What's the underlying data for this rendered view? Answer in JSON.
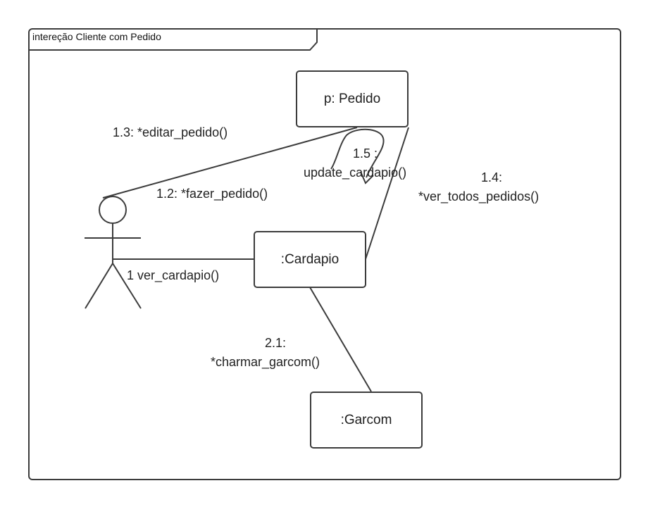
{
  "diagram": {
    "frame_title": "intereção Cliente com Pedido",
    "objects": {
      "pedido": "p: Pedido",
      "cardapio": ":Cardapio",
      "garcom": ":Garcom"
    },
    "messages": {
      "m1": "1 ver_cardapio()",
      "m1_2": "1.2: *fazer_pedido()",
      "m1_3": "1.3: *editar_pedido()",
      "m1_4_num": "1.4:",
      "m1_4_name": "*ver_todos_pedidos()",
      "m1_5_num": "1.5 :",
      "m1_5_name": "update_cardapio()",
      "m2_1_num": "2.1:",
      "m2_1_name": "*charmar_garcom()"
    },
    "colors": {
      "stroke": "#3c3c3c",
      "text": "#222222",
      "background": "#ffffff"
    }
  }
}
